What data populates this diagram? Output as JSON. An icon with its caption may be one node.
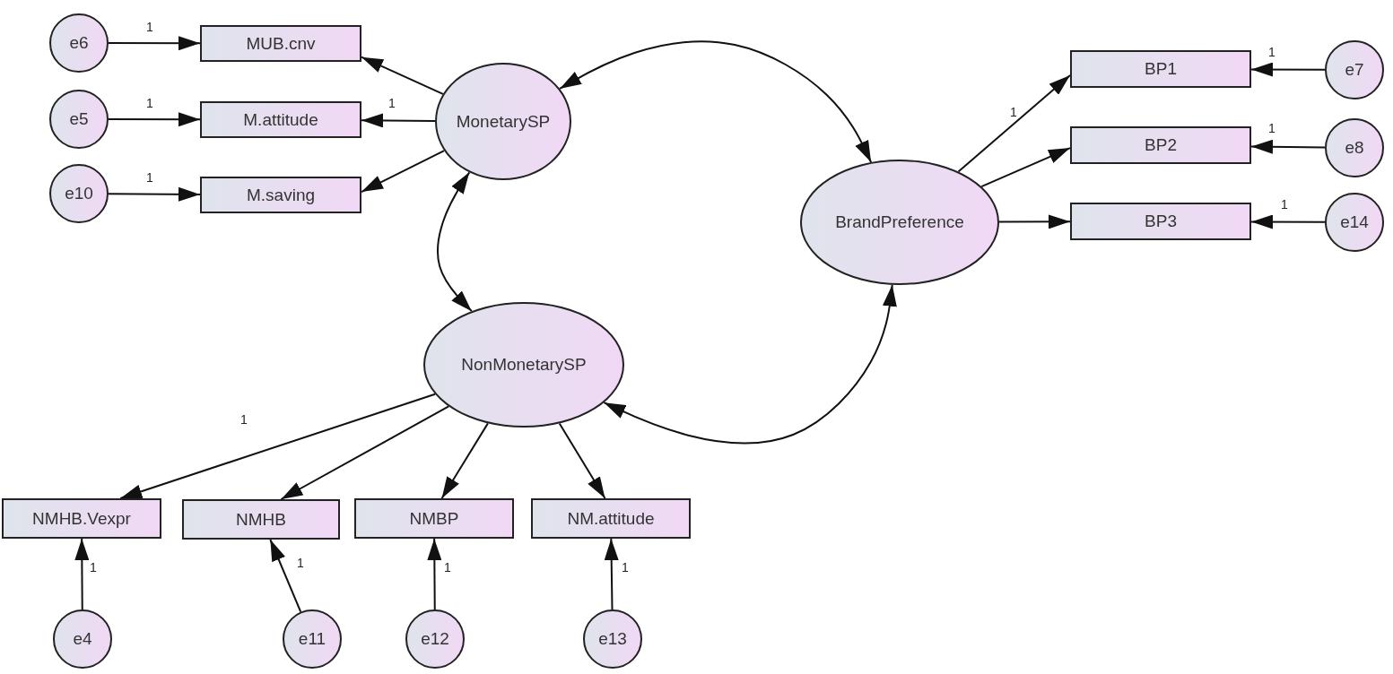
{
  "diagram": {
    "nodes": [
      {
        "text": [
          "e6"
        ]
      },
      {
        "text": [
          "MUB.cnv"
        ]
      },
      {
        "text": [
          "MonetarySP"
        ]
      },
      {
        "text": [
          "BP1"
        ]
      },
      {
        "text": [
          "e7"
        ]
      },
      {
        "text": [
          "e5"
        ]
      },
      {
        "text": [
          "M.attitude"
        ]
      },
      {
        "text": [
          "e8"
        ]
      },
      {
        "text": [
          "BP2"
        ]
      },
      {
        "text": [
          "BrandPreference"
        ]
      },
      {
        "text": [
          "e10"
        ]
      },
      {
        "text": [
          "M.saving"
        ]
      },
      {
        "text": [
          "BP3"
        ]
      },
      {
        "text": [
          "e14"
        ]
      },
      {
        "text": [
          "NonMonetarySP"
        ]
      },
      {
        "text": [
          "NMHB.Vexpr"
        ]
      },
      {
        "text": [
          "NMHB"
        ]
      },
      {
        "text": [
          "NMBP"
        ]
      },
      {
        "text": [
          "NM.attitude"
        ]
      },
      {
        "text": [
          "e4"
        ]
      },
      {
        "text": [
          "e11"
        ]
      },
      {
        "text": [
          "e12"
        ]
      },
      {
        "text": [
          "e13"
        ]
      }
    ],
    "edges": [
      {
        "from": 0,
        "to": 1,
        "arrow": "to",
        "label": "1"
      },
      {
        "from": 5,
        "to": 6,
        "arrow": "to",
        "label": "1"
      },
      {
        "from": 10,
        "to": 11,
        "arrow": "to",
        "label": "1"
      },
      {
        "from": 2,
        "to": 1,
        "arrow": "to"
      },
      {
        "from": 2,
        "to": 6,
        "arrow": "to",
        "label": "1"
      },
      {
        "from": 2,
        "to": 11,
        "arrow": "to"
      },
      {
        "from": 2,
        "to": 9,
        "arrow": "both"
      },
      {
        "from": 2,
        "to": 14,
        "arrow": "both"
      },
      {
        "from": 14,
        "to": 9,
        "arrow": "both"
      },
      {
        "from": 9,
        "to": 3,
        "arrow": "to",
        "label": "1"
      },
      {
        "from": 9,
        "to": 8,
        "arrow": "to"
      },
      {
        "from": 9,
        "to": 12,
        "arrow": "to"
      },
      {
        "from": 4,
        "to": 3,
        "arrow": "to",
        "label": "1"
      },
      {
        "from": 7,
        "to": 8,
        "arrow": "to",
        "label": "1"
      },
      {
        "from": 13,
        "to": 12,
        "arrow": "to",
        "label": "1"
      },
      {
        "from": 14,
        "to": 15,
        "arrow": "to",
        "label": "1"
      },
      {
        "from": 14,
        "to": 16,
        "arrow": "to"
      },
      {
        "from": 14,
        "to": 17,
        "arrow": "to"
      },
      {
        "from": 14,
        "to": 18,
        "arrow": "to"
      },
      {
        "from": 19,
        "to": 15,
        "arrow": "to",
        "label": "1"
      },
      {
        "from": 20,
        "to": 16,
        "arrow": "to",
        "label": "1"
      },
      {
        "from": 21,
        "to": 17,
        "arrow": "to",
        "label": "1"
      },
      {
        "from": 22,
        "to": 18,
        "arrow": "to",
        "label": "1"
      }
    ]
  }
}
